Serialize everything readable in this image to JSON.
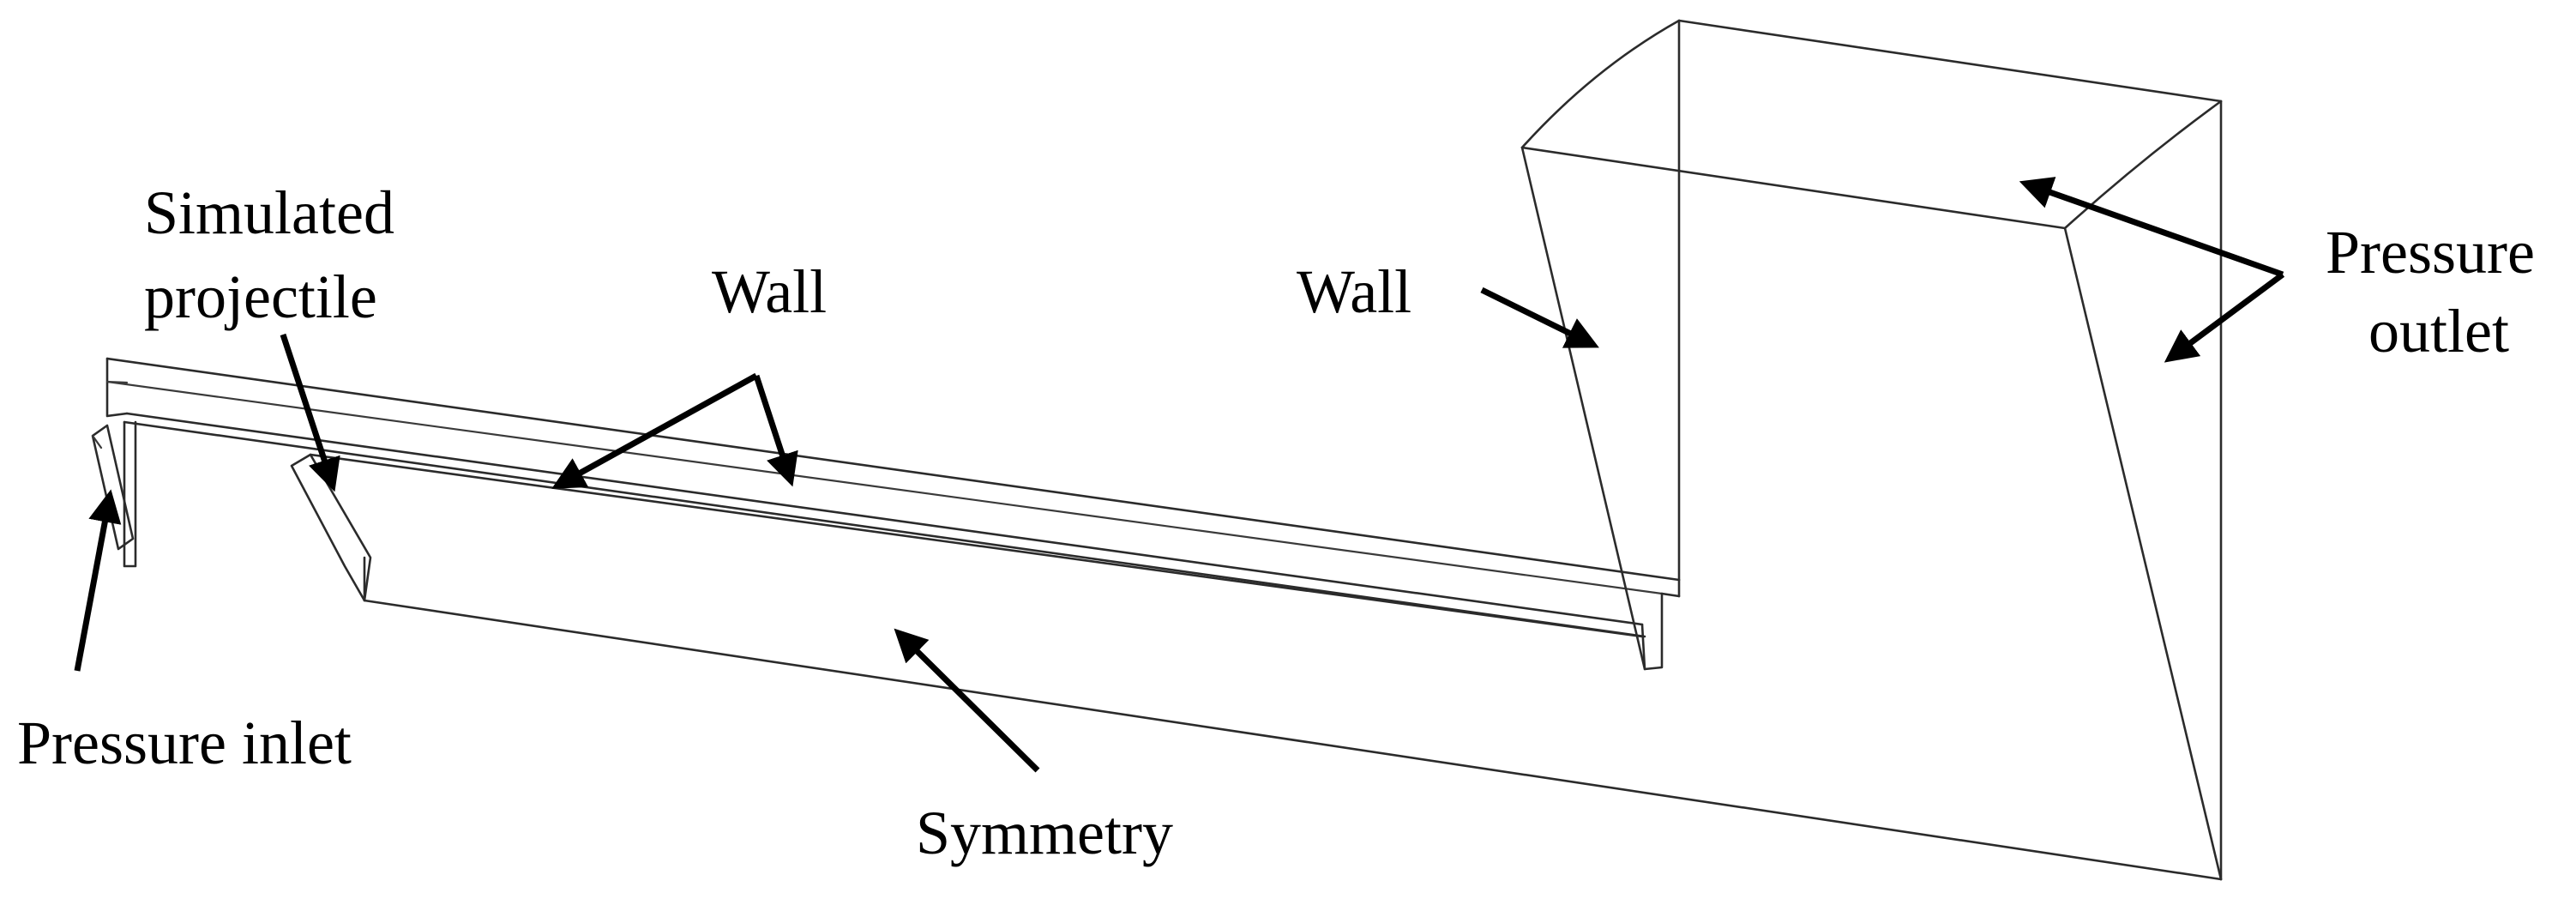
{
  "labels": {
    "simulated_projectile_line1": "Simulated",
    "simulated_projectile_line2": "projectile",
    "wall_left": "Wall",
    "wall_right": "Wall",
    "pressure_outlet_line1": "Pressure",
    "pressure_outlet_line2": "outlet",
    "pressure_inlet": "Pressure inlet",
    "symmetry": "Symmetry"
  },
  "colors": {
    "background": "#ffffff",
    "edges": "#2b2b2b",
    "arrows": "#000000",
    "text": "#000000"
  }
}
